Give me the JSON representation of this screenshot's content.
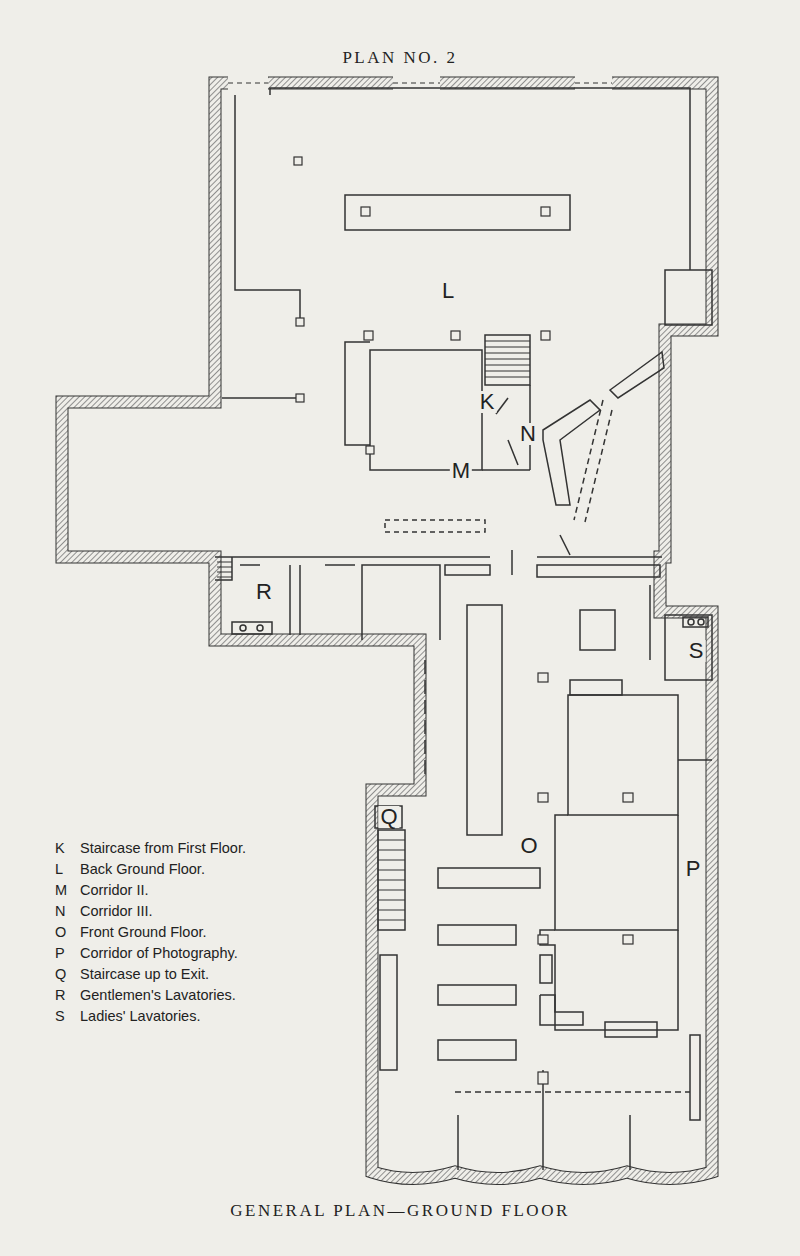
{
  "diagram": {
    "title": "PLAN NO. 2",
    "caption": "GENERAL PLAN—GROUND FLOOR",
    "labels": [
      "L",
      "K",
      "N",
      "M",
      "R",
      "S",
      "Q",
      "O",
      "P",
      "K",
      "L",
      "M",
      "N",
      "O",
      "P",
      "Q",
      "R",
      "S"
    ],
    "legend": [
      {
        "text": "Staircase from First Floor."
      },
      {
        "text": "Back Ground Floor."
      },
      {
        "text": "Corridor II."
      },
      {
        "text": "Corridor III."
      },
      {
        "text": "Front Ground Floor."
      },
      {
        "text": "Corridor of Photography."
      },
      {
        "text": "Staircase up to Exit."
      },
      {
        "text": "Gentlemen's Lavatories."
      },
      {
        "text": "Ladies' Lavatories."
      }
    ]
  }
}
